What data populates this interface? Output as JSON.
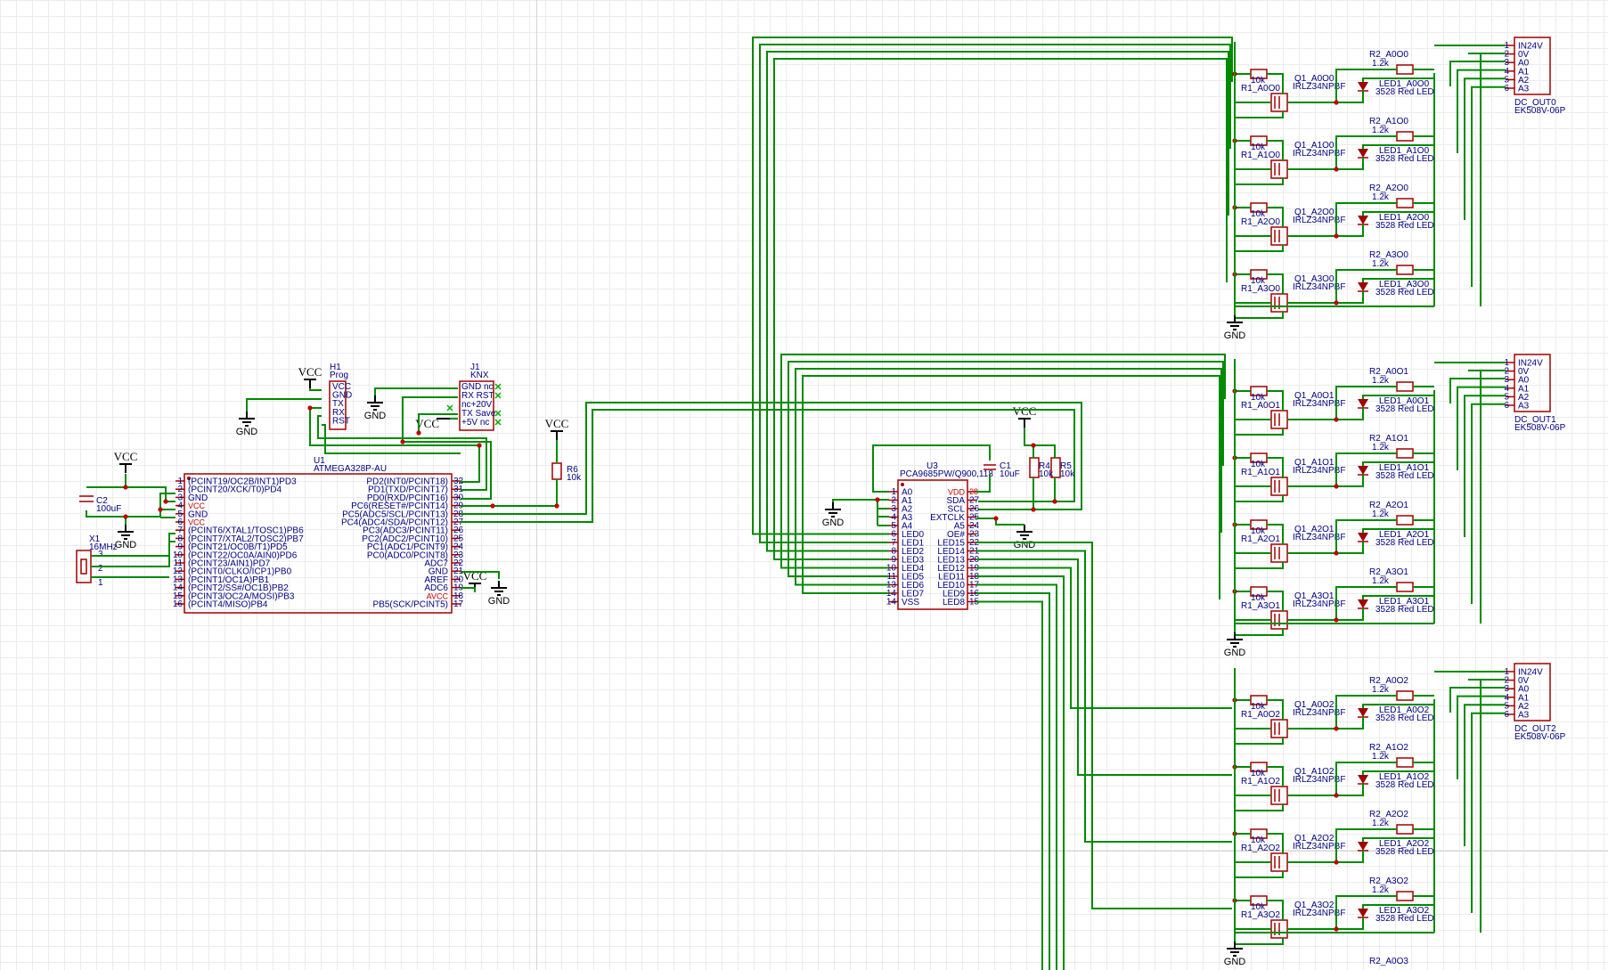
{
  "power": {
    "vcc": "VCC",
    "gnd": "GND"
  },
  "mcu": {
    "ref": "U1",
    "part": "ATMEGA328P-AU",
    "left_pins": [
      {
        "num": "1",
        "name": "(PCINT19/OC2B/INT1)PD3"
      },
      {
        "num": "2",
        "name": "(PCINT20/XCK/T0)PD4"
      },
      {
        "num": "3",
        "name": "GND"
      },
      {
        "num": "4",
        "name": "VCC"
      },
      {
        "num": "5",
        "name": "GND"
      },
      {
        "num": "6",
        "name": "VCC"
      },
      {
        "num": "7",
        "name": "(PCINT6/XTAL1/TOSC1)PB6"
      },
      {
        "num": "8",
        "name": "(PCINT7/XTAL2/TOSC2)PB7"
      },
      {
        "num": "9",
        "name": "(PCINT21/OC0B/T1)PD5"
      },
      {
        "num": "10",
        "name": "(PCINT22/OC0A/AIN0)PD6"
      },
      {
        "num": "11",
        "name": "(PCINT23/AIN1)PD7"
      },
      {
        "num": "12",
        "name": "(PCINT0/CLKO/ICP1)PB0"
      },
      {
        "num": "13",
        "name": "(PCINT1/OC1A)PB1"
      },
      {
        "num": "14",
        "name": "(PCINT2/SS#/OC1B)PB2"
      },
      {
        "num": "15",
        "name": "(PCINT3/OC2A/MOSI)PB3"
      },
      {
        "num": "16",
        "name": "(PCINT4/MISO)PB4"
      }
    ],
    "right_pins": [
      {
        "num": "32",
        "name": "PD2(INT0/PCINT18)"
      },
      {
        "num": "31",
        "name": "PD1(TXD/PCINT17)"
      },
      {
        "num": "30",
        "name": "PD0(RXD/PCINT16)"
      },
      {
        "num": "29",
        "name": "PC6(RESET#/PCINT14)"
      },
      {
        "num": "28",
        "name": "PC5(ADC5/SCL/PCINT13)"
      },
      {
        "num": "27",
        "name": "PC4(ADC4/SDA/PCINT12)"
      },
      {
        "num": "26",
        "name": "PC3(ADC3/PCINT11)"
      },
      {
        "num": "25",
        "name": "PC2(ADC2/PCINT10)"
      },
      {
        "num": "24",
        "name": "PC1(ADC1/PCINT9)"
      },
      {
        "num": "23",
        "name": "PC0(ADC0/PCINT8)"
      },
      {
        "num": "22",
        "name": "ADC7"
      },
      {
        "num": "21",
        "name": "GND"
      },
      {
        "num": "20",
        "name": "AREF"
      },
      {
        "num": "19",
        "name": "ADC6"
      },
      {
        "num": "18",
        "name": "AVCC"
      },
      {
        "num": "17",
        "name": "PB5(SCK/PCINT5)"
      }
    ]
  },
  "prog_header": {
    "ref": "H1",
    "value": "Prog",
    "pins": [
      "VCC",
      "GND",
      "TX",
      "RX",
      "RST"
    ]
  },
  "knx": {
    "ref": "J1",
    "value": "KNX",
    "pins": [
      "GND nc",
      "RX RST",
      "nc+20V",
      "TX Save",
      "+5V nc"
    ]
  },
  "c2": {
    "ref": "C2",
    "value": "100uF"
  },
  "crystal": {
    "ref": "X1",
    "value": "16MHz",
    "pins": [
      "3",
      "2",
      "1"
    ]
  },
  "r6": {
    "ref": "R6",
    "value": "10k"
  },
  "pca": {
    "ref": "U3",
    "part": "PCA9685PW/Q900,118",
    "left_pins": [
      {
        "num": "1",
        "name": "A0"
      },
      {
        "num": "2",
        "name": "A1"
      },
      {
        "num": "3",
        "name": "A2"
      },
      {
        "num": "4",
        "name": "A3"
      },
      {
        "num": "5",
        "name": "A4"
      },
      {
        "num": "6",
        "name": "LED0"
      },
      {
        "num": "7",
        "name": "LED1"
      },
      {
        "num": "8",
        "name": "LED2"
      },
      {
        "num": "9",
        "name": "LED3"
      },
      {
        "num": "10",
        "name": "LED4"
      },
      {
        "num": "11",
        "name": "LED5"
      },
      {
        "num": "13",
        "name": "LED6"
      },
      {
        "num": "14",
        "name": "LED7"
      },
      {
        "num": "14",
        "name": "VSS"
      }
    ],
    "right_pins": [
      {
        "num": "28",
        "name": "VDD"
      },
      {
        "num": "27",
        "name": "SDA"
      },
      {
        "num": "26",
        "name": "SCL"
      },
      {
        "num": "25",
        "name": "EXTCLK"
      },
      {
        "num": "24",
        "name": "A5"
      },
      {
        "num": "23",
        "name": "OE#"
      },
      {
        "num": "22",
        "name": "LED15"
      },
      {
        "num": "21",
        "name": "LED14"
      },
      {
        "num": "20",
        "name": "LED13"
      },
      {
        "num": "19",
        "name": "LED12"
      },
      {
        "num": "18",
        "name": "LED11"
      },
      {
        "num": "17",
        "name": "LED10"
      },
      {
        "num": "16",
        "name": "LED9"
      },
      {
        "num": "15",
        "name": "LED8"
      }
    ]
  },
  "c1": {
    "ref": "C1",
    "value": "10uF"
  },
  "r4": {
    "ref": "R4",
    "value": "10k"
  },
  "r5": {
    "ref": "R5",
    "value": "10k"
  },
  "channels": [
    {
      "rlabel": "R2_A0O0",
      "rval": "1.2k",
      "r1": "R1_A0O0",
      "r1val": "10k",
      "q": "Q1_A0O0",
      "qpart": "IRLZ34NPBF",
      "led": "LED1_A0O0",
      "ledpart": "3528 Red LED"
    },
    {
      "rlabel": "R2_A1O0",
      "rval": "1.2k",
      "r1": "R1_A1O0",
      "r1val": "10k",
      "q": "Q1_A1O0",
      "qpart": "IRLZ34NPBF",
      "led": "LED1_A1O0",
      "ledpart": "3528 Red LED"
    },
    {
      "rlabel": "R2_A2O0",
      "rval": "1.2k",
      "r1": "R1_A2O0",
      "r1val": "10k",
      "q": "Q1_A2O0",
      "qpart": "IRLZ34NPBF",
      "led": "LED1_A2O0",
      "ledpart": "3528 Red LED"
    },
    {
      "rlabel": "R2_A3O0",
      "rval": "1.2k",
      "r1": "R1_A3O0",
      "r1val": "10k",
      "q": "Q1_A3O0",
      "qpart": "IRLZ34NPBF",
      "led": "LED1_A3O0",
      "ledpart": "3528 Red LED"
    },
    {
      "rlabel": "R2_A0O1",
      "rval": "1.2k",
      "r1": "R1_A0O1",
      "r1val": "10k",
      "q": "Q1_A0O1",
      "qpart": "IRLZ34NPBF",
      "led": "LED1_A0O1",
      "ledpart": "3528 Red LED"
    },
    {
      "rlabel": "R2_A1O1",
      "rval": "1.2k",
      "r1": "R1_A1O1",
      "r1val": "10k",
      "q": "Q1_A1O1",
      "qpart": "IRLZ34NPBF",
      "led": "LED1_A1O1",
      "ledpart": "3528 Red LED"
    },
    {
      "rlabel": "R2_A2O1",
      "rval": "1.2k",
      "r1": "R1_A2O1",
      "r1val": "10k",
      "q": "Q1_A2O1",
      "qpart": "IRLZ34NPBF",
      "led": "LED1_A2O1",
      "ledpart": "3528 Red LED"
    },
    {
      "rlabel": "R2_A3O1",
      "rval": "1.2k",
      "r1": "R1_A3O1",
      "r1val": "10k",
      "q": "Q1_A3O1",
      "qpart": "IRLZ34NPBF",
      "led": "LED1_A3O1",
      "ledpart": "3528 Red LED"
    },
    {
      "rlabel": "R2_A0O2",
      "rval": "1.2k",
      "r1": "R1_A0O2",
      "r1val": "10k",
      "q": "Q1_A0O2",
      "qpart": "IRLZ34NPBF",
      "led": "LED1_A0O2",
      "ledpart": "3528 Red LED"
    },
    {
      "rlabel": "R2_A1O2",
      "rval": "1.2k",
      "r1": "R1_A1O2",
      "r1val": "10k",
      "q": "Q1_A1O2",
      "qpart": "IRLZ34NPBF",
      "led": "LED1_A1O2",
      "ledpart": "3528 Red LED"
    },
    {
      "rlabel": "R2_A2O2",
      "rval": "1.2k",
      "r1": "R1_A2O2",
      "r1val": "10k",
      "q": "Q1_A2O2",
      "qpart": "IRLZ34NPBF",
      "led": "LED1_A2O2",
      "ledpart": "3528 Red LED"
    },
    {
      "rlabel": "R2_A3O2",
      "rval": "1.2k",
      "r1": "R1_A3O2",
      "r1val": "10k",
      "q": "Q1_A3O2",
      "qpart": "IRLZ34NPBF",
      "led": "LED1_A3O2",
      "ledpart": "3528 Red LED"
    }
  ],
  "connectors": [
    {
      "ref": "DC_OUT0",
      "part": "EK508V-06P",
      "pins": [
        "IN24V",
        "0V",
        "A0",
        "A1",
        "A2",
        "A3"
      ]
    },
    {
      "ref": "DC_OUT1",
      "part": "EK508V-06P",
      "pins": [
        "IN24V",
        "0V",
        "A0",
        "A1",
        "A2",
        "A3"
      ]
    },
    {
      "ref": "DC_OUT2",
      "part": "EK508V-06P",
      "pins": [
        "IN24V",
        "0V",
        "A0",
        "A1",
        "A2",
        "A3"
      ]
    }
  ],
  "cutoff_label": "R2_A0O3",
  "colors": {
    "wire": "#008a00",
    "part": "#a00000",
    "text": "#000080",
    "pin_red": "#c00000",
    "grid": "#ececec"
  }
}
